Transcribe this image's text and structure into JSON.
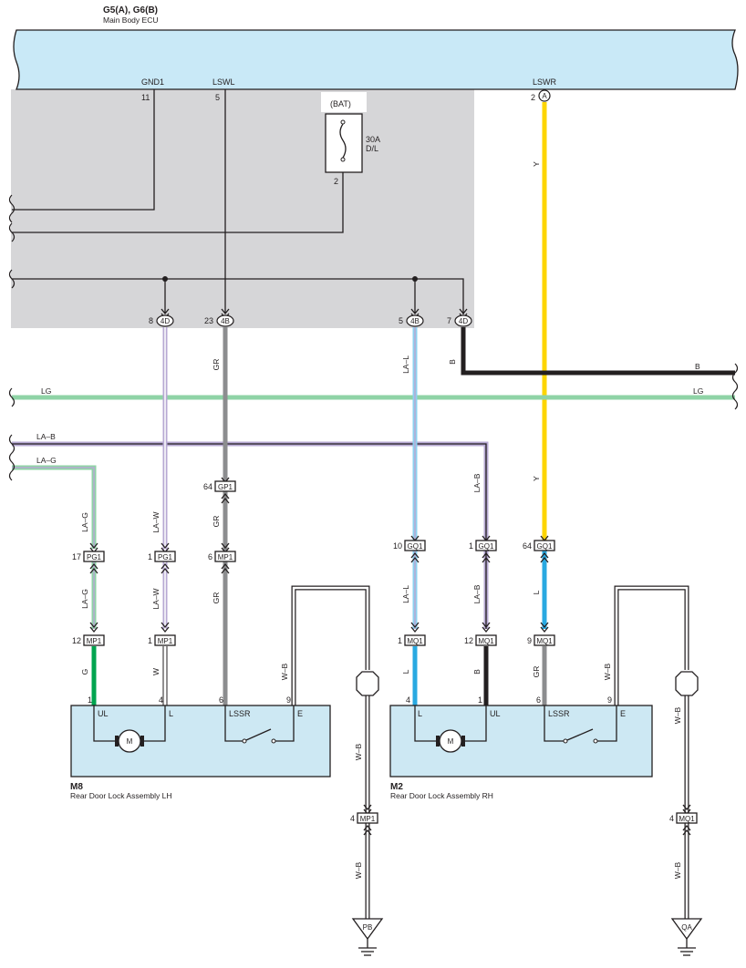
{
  "ecu": {
    "connectors": "G5(A), G6(B)",
    "name": "Main Body ECU",
    "pin_names": {
      "gnd1": "GND1",
      "lswl": "LSWL",
      "lswr": "LSWR"
    },
    "pins": {
      "gnd1": "11",
      "lswl": "5",
      "lswr": "2"
    },
    "lswr_connector": "A"
  },
  "fuse": {
    "supply": "(BAT)",
    "rating": "30A",
    "name": "D/L",
    "pin": "2"
  },
  "junction_connectors": [
    {
      "pin": "8",
      "code": "4D"
    },
    {
      "pin": "23",
      "code": "4B"
    },
    {
      "pin": "5",
      "code": "4B"
    },
    {
      "pin": "7",
      "code": "4D"
    }
  ],
  "bus_wires": {
    "b": "B",
    "lg_left": "LG",
    "lg_right": "LG",
    "la_b": "LA–B",
    "la_g": "LA–G"
  },
  "connectors": {
    "gp1": {
      "pin": "64",
      "code": "GP1"
    },
    "pg1_a": {
      "pin": "17",
      "code": "PG1"
    },
    "pg1_b": {
      "pin": "1",
      "code": "PG1"
    },
    "mp1_top": {
      "pin": "6",
      "code": "MP1"
    },
    "gq1_a": {
      "pin": "10",
      "code": "GQ1"
    },
    "gq1_b": {
      "pin": "1",
      "code": "GQ1"
    },
    "gq1_c": {
      "pin": "64",
      "code": "GQ1"
    },
    "mp1_a": {
      "pin": "12",
      "code": "MP1"
    },
    "mp1_b": {
      "pin": "1",
      "code": "MP1"
    },
    "mq1_a": {
      "pin": "1",
      "code": "MQ1"
    },
    "mq1_b": {
      "pin": "12",
      "code": "MQ1"
    },
    "mq1_c": {
      "pin": "9",
      "code": "MQ1"
    },
    "mp1_gnd": {
      "pin": "4",
      "code": "MP1"
    },
    "mq1_gnd": {
      "pin": "4",
      "code": "MQ1"
    }
  },
  "wire_labels": {
    "gr_1": "GR",
    "gr_2": "GR",
    "gr_3": "GR",
    "lal_1": "LA–L",
    "lal_2": "LA–L",
    "b_4d": "B",
    "y_1": "Y",
    "y_2": "Y",
    "lab_1": "LA–B",
    "lab_2": "LA–B",
    "lag_1": "LA–G",
    "lag_2": "LA–G",
    "law_1": "LA–W",
    "law_2": "LA–W",
    "l_gq": "L",
    "g_m8": "G",
    "w_m8": "W",
    "wb_m8": "W–B",
    "l_m2": "L",
    "b_m2": "B",
    "gr_m2": "GR",
    "wb_m2": "W–B",
    "wb_g1": "W–B",
    "wb_g2": "W–B",
    "wb_g3": "W–B",
    "wb_g4": "W–B"
  },
  "lh": {
    "code": "M8",
    "name": "Rear Door Lock Assembly LH",
    "pins": [
      "1",
      "4",
      "6",
      "9"
    ],
    "terms": [
      "UL",
      "L",
      "LSSR",
      "E"
    ],
    "motor": "M"
  },
  "rh": {
    "code": "M2",
    "name": "Rear Door Lock Assembly RH",
    "pins": [
      "4",
      "1",
      "6",
      "9"
    ],
    "terms": [
      "L",
      "UL",
      "LSSR",
      "E"
    ],
    "motor": "M"
  },
  "grounds": {
    "lh": "PB",
    "rh": "QA"
  },
  "colors": {
    "ecu_fill": "#c9e9f7",
    "shade": "#d6d6d8",
    "assembly_fill": "#cde8f3",
    "gray_wire": "#8c8d8f",
    "yellow_wire": "#fdd500",
    "light_green_wire": "#8fd3a6",
    "green_wire": "#00a44f",
    "blue_wire": "#29a9e1",
    "light_blue_wire": "#8ed0ef",
    "violet_wire": "#b7a9d3",
    "black_wire": "#231f20"
  }
}
